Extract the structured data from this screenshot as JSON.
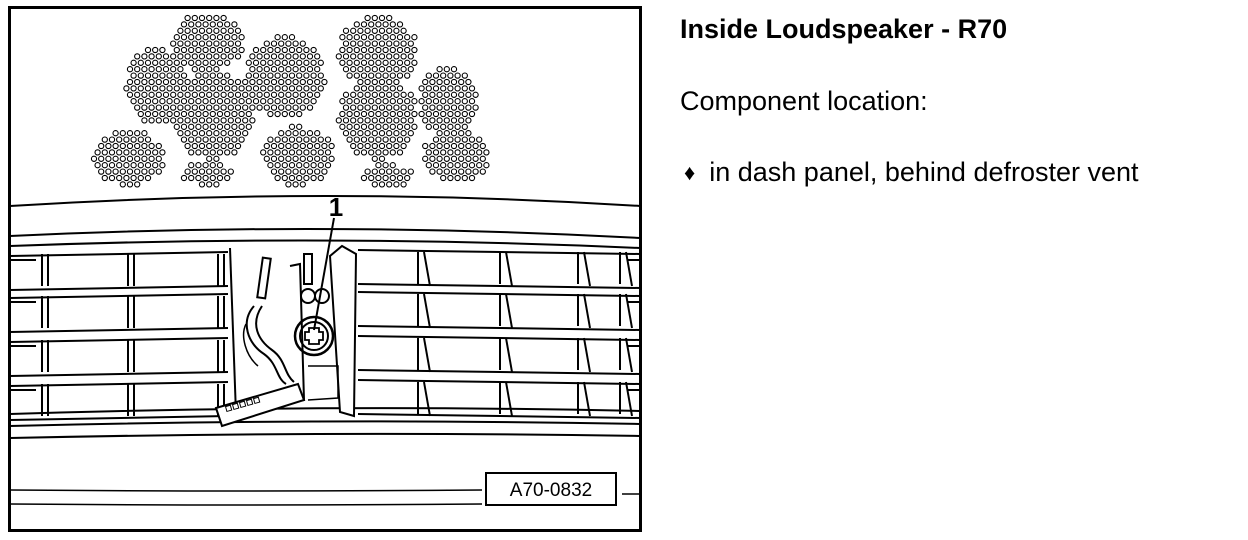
{
  "title": "Inside Loudspeaker - R70",
  "subtitle": "Component location:",
  "bullets": [
    {
      "symbol": "♦",
      "text": "in dash panel, behind defroster vent"
    }
  ],
  "figure": {
    "callout_label": "1",
    "figure_id": "A70-0832"
  }
}
